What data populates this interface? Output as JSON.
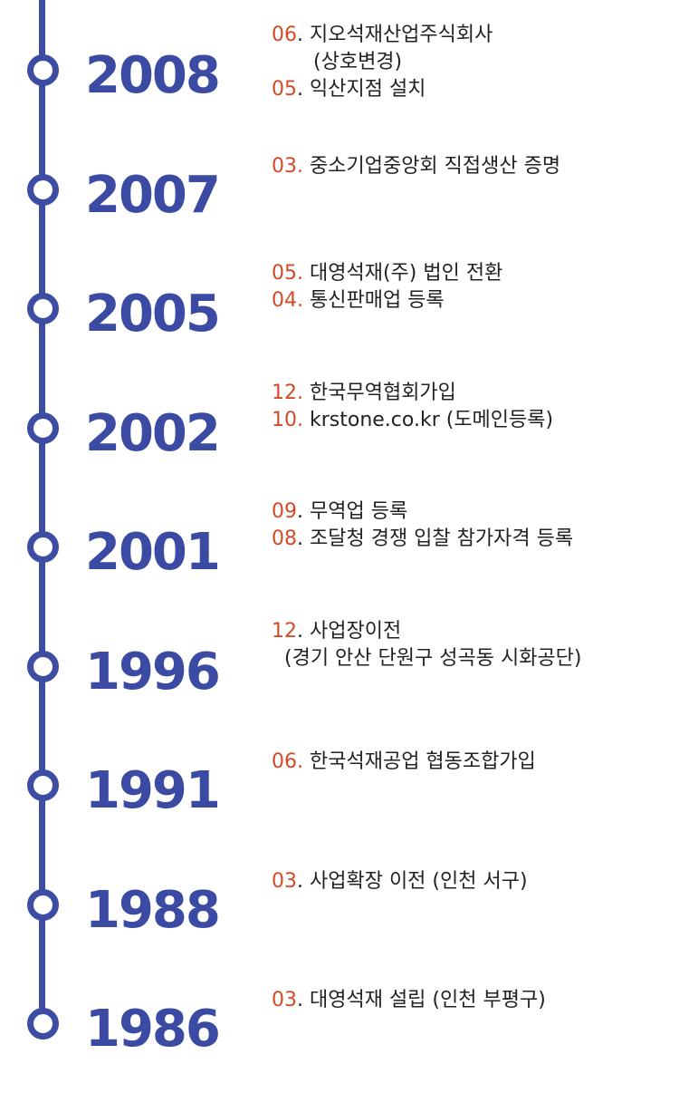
{
  "accent_color": "#3d4da4",
  "month_color": "#d24b27",
  "entries": [
    {
      "year": "2008",
      "events": [
        {
          "month": "06",
          "text": ". 지오석재산업주식회사",
          "cont": "(상호변경)"
        },
        {
          "month": "05",
          "text": ". 익산지점 설치"
        }
      ]
    },
    {
      "year": "2007",
      "events": [
        {
          "month": "03.",
          "text": " 중소기업중앙회 직접생산 증명"
        }
      ]
    },
    {
      "year": "2005",
      "events": [
        {
          "month": "05.",
          "text": " 대영석재(주) 법인 전환"
        },
        {
          "month": "04.",
          "text": " 통신판매업 등록"
        }
      ]
    },
    {
      "year": "2002",
      "events": [
        {
          "month": "12.",
          "text": " 한국무역협회가입"
        },
        {
          "month": "10.",
          "text": " krstone.co.kr (도메인등록)"
        }
      ]
    },
    {
      "year": "2001",
      "events": [
        {
          "month": "09",
          "text": ". 무역업 등록"
        },
        {
          "month": "08",
          "text": ". 조달청 경쟁 입찰 참가자격 등록"
        }
      ]
    },
    {
      "year": "1996",
      "events": [
        {
          "month": "12",
          "text": ". 사업장이전",
          "cont": "(경기 안산 단원구 성곡동 시화공단)"
        }
      ]
    },
    {
      "year": "1991",
      "events": [
        {
          "month": "06.",
          "text": " 한국석재공업 협동조합가입"
        }
      ]
    },
    {
      "year": "1988",
      "events": [
        {
          "month": "03",
          "text": ". 사업확장 이전 (인천 서구)"
        }
      ]
    },
    {
      "year": "1986",
      "events": [
        {
          "month": "03",
          "text": ". 대영석재 설립 (인천 부평구)"
        }
      ]
    }
  ]
}
